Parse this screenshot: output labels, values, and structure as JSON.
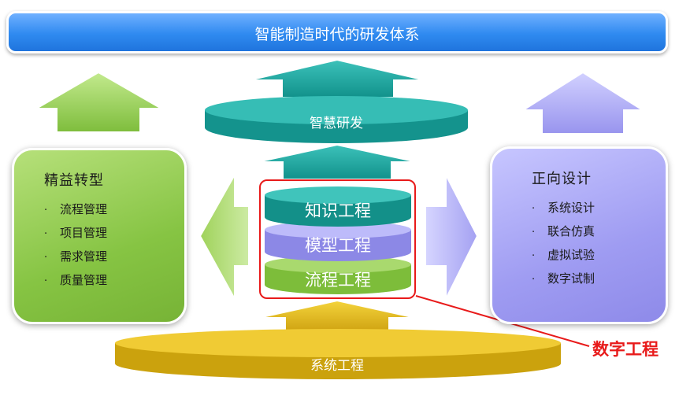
{
  "header": {
    "title": "智能制造时代的研发体系"
  },
  "left_panel": {
    "title": "精益转型",
    "bullet": "·",
    "items": [
      "流程管理",
      "项目管理",
      "需求管理",
      "质量管理"
    ]
  },
  "right_panel": {
    "title": "正向设计",
    "bullet": "·",
    "items": [
      "系统设计",
      "联合仿真",
      "虚拟试验",
      "数字试制"
    ]
  },
  "top_cylinder": {
    "label": "智慧研发"
  },
  "center_stack": {
    "layers": [
      "知识工程",
      "模型工程",
      "流程工程"
    ]
  },
  "bottom_cylinder": {
    "label": "系统工程"
  },
  "callout": {
    "label": "数字工程"
  },
  "colors": {
    "title_blue": "#2f8af0",
    "green": "#86c443",
    "purple": "#9f9cf2",
    "teal": "#199e98",
    "gold": "#d9ad12",
    "highlight_red": "#e81a1a"
  }
}
